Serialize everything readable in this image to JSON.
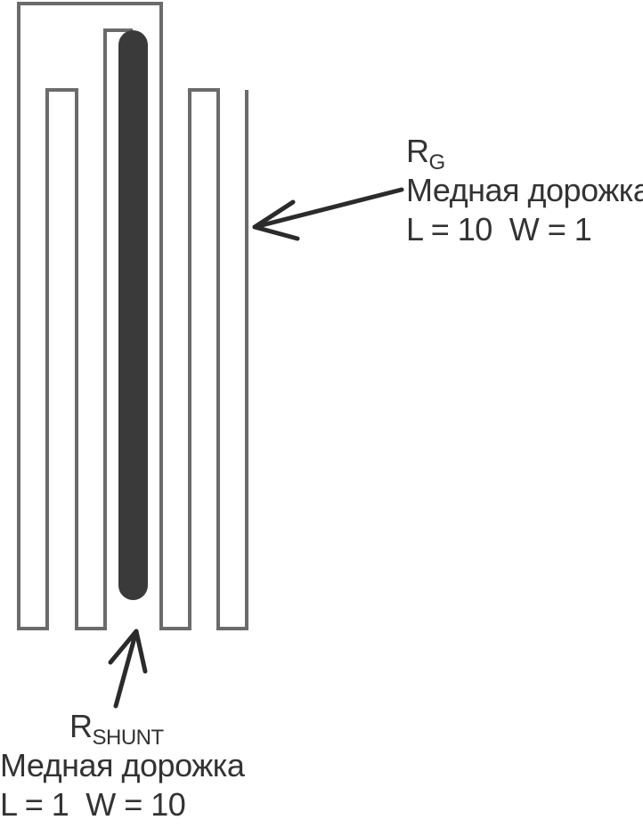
{
  "colors": {
    "trace_outline": "#6b6b6b",
    "shunt_fill": "#3a3a3a",
    "arrow": "#2b2b2b",
    "text": "#333333",
    "background": "#ffffff"
  },
  "rg": {
    "symbol": "R",
    "subscript": "G",
    "description": "Медная дорожка",
    "dims": "L = 10  W = 1"
  },
  "rshunt": {
    "symbol": "R",
    "subscript": "SHUNT",
    "description": "Медная дорожка",
    "dims": "L = 1  W = 10"
  }
}
